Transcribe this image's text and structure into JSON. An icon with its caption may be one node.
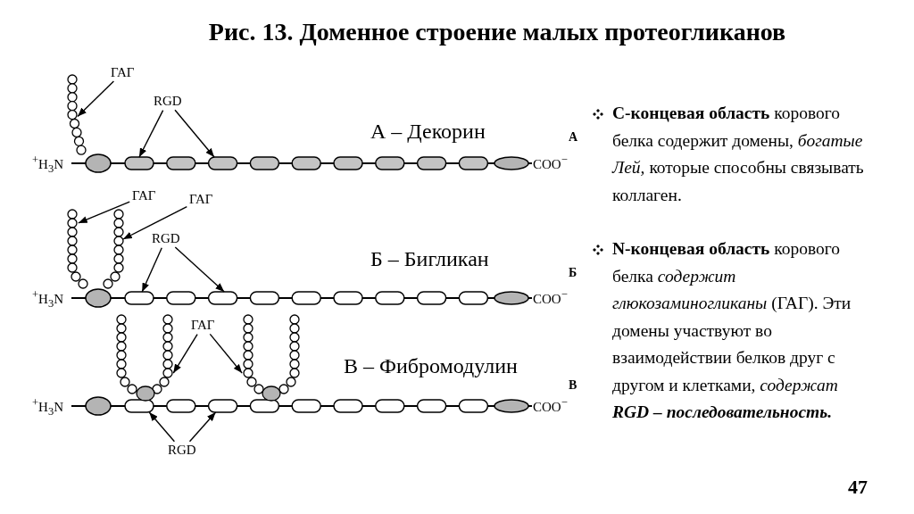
{
  "diagram": {
    "title": "Рис. 13. Доменное строение малых протеогликанов",
    "nodes": [
      {
        "text": [
          "ГАГ"
        ]
      },
      {
        "text": [],
        "shape": "chain"
      },
      {
        "text": [
          "RGD"
        ]
      },
      {
        "text": [],
        "shape": "box"
      },
      {
        "text": [],
        "shape": "box"
      },
      {
        "text": [
          "ГАГ"
        ]
      },
      {
        "text": [
          "ГАГ"
        ]
      },
      {
        "text": [],
        "shape": "chain"
      },
      {
        "text": [
          "RGD"
        ]
      },
      {
        "text": [],
        "shape": "box"
      },
      {
        "text": [],
        "shape": "box"
      },
      {
        "text": [],
        "shape": "chain"
      },
      {
        "text": [
          "ГАГ"
        ]
      },
      {
        "text": [],
        "shape": "chain"
      },
      {
        "text": [],
        "shape": "box"
      },
      {
        "text": [],
        "shape": "box"
      },
      {
        "text": [
          "RGD"
        ]
      }
    ],
    "edges": [
      {
        "from": 0,
        "to": 1,
        "arrow": "to"
      },
      {
        "from": 2,
        "to": 3,
        "arrow": "to"
      },
      {
        "from": 2,
        "to": 4,
        "arrow": "to"
      },
      {
        "from": 5,
        "to": 7,
        "arrow": "to"
      },
      {
        "from": 6,
        "to": 7,
        "arrow": "to"
      },
      {
        "from": 8,
        "to": 9,
        "arrow": "to"
      },
      {
        "from": 8,
        "to": 10,
        "arrow": "to"
      },
      {
        "from": 12,
        "to": 11,
        "arrow": "to"
      },
      {
        "from": 12,
        "to": 13,
        "arrow": "to"
      },
      {
        "from": 16,
        "to": 14,
        "arrow": "to"
      },
      {
        "from": 16,
        "to": 15,
        "arrow": "to"
      }
    ],
    "labels": [
      "$^{+}$H$_{3}$N",
      "А – Декорин",
      "А",
      "COO$^{−}$",
      "$^{+}$H$_{3}$N",
      "Б – Бигликан",
      "Б",
      "COO$^{−}$",
      "В – Фибромодулин",
      "В",
      "$^{+}$H$_{3}$N",
      "COO$^{−}$",
      "**C-концевая область** корового белка содержит домены, *богатые Лей,* которые способны связывать коллаген.",
      "**N-концевая область** корового белка *содержит глюкозаминогликаны* (ГАГ). Эти домены участвуют во взаимодействии белков друг с другом и клетками, *содержат* **RGD –** **последовательность.**",
      "47"
    ]
  }
}
